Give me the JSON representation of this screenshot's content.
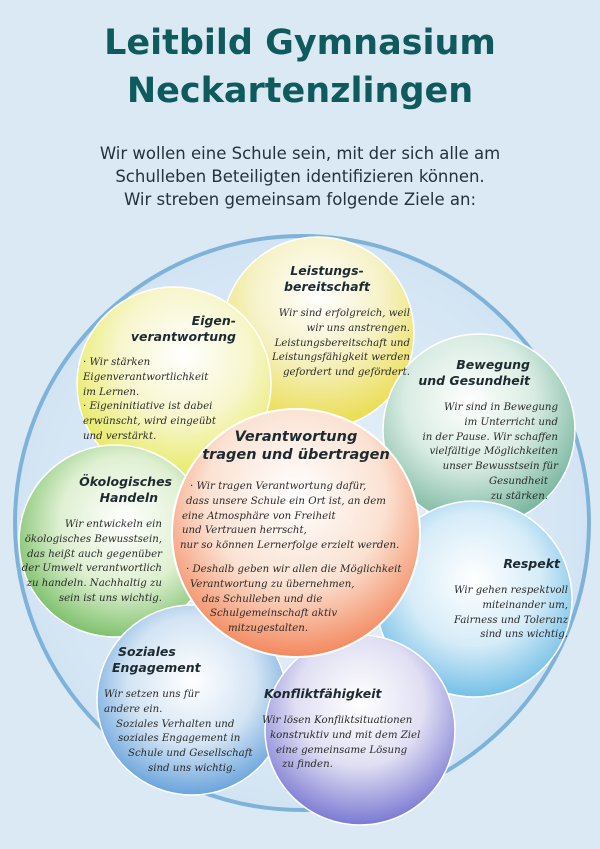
{
  "title": {
    "line1": "Leitbild Gymnasium",
    "line2": "Neckartenzlingen"
  },
  "intro": {
    "line1": "Wir wollen eine Schule sein, mit der sich alle am",
    "line2": "Schulleben Beteiligten identifizieren können.",
    "line3": "Wir streben gemeinsam folgende Ziele an:"
  },
  "colors": {
    "title": "#0e5a5c",
    "background": "#dbe9f5",
    "outer_ring": "#7fb2d9"
  },
  "circles": {
    "leistung": {
      "head": [
        "Leistungs-",
        "bereitschaft"
      ],
      "text": [
        "Wir sind erfolgreich, weil",
        "wir uns anstrengen.",
        "Leistungsbereitschaft und",
        "Leistungsfähigkeit werden",
        "gefordert und gefördert."
      ],
      "color": "#e9d93a"
    },
    "eigen": {
      "head": [
        "Eigen-",
        "verantwortung"
      ],
      "text": [
        "· Wir stärken",
        "Eigenverantwortlichkeit",
        "im Lernen.",
        "· Eigeninitiative ist dabei",
        "erwünscht, wird eingeübt",
        "und verstärkt."
      ],
      "color": "#e2e63c"
    },
    "bewegung": {
      "head": [
        "Bewegung",
        "und Gesundheit"
      ],
      "text": [
        "Wir sind in Bewegung",
        "im Unterricht und",
        "in der Pause. Wir schaffen",
        "vielfältige Möglichkeiten",
        "unser Bewusstsein für",
        "Gesundheit",
        "zu stärken."
      ],
      "color": "#5aa58a"
    },
    "oeko": {
      "head": [
        "Ökologisches",
        "Handeln"
      ],
      "text": [
        "Wir entwickeln ein",
        "ökologisches Bewusstsein,",
        "das heißt auch gegenüber",
        "der Umwelt verantwortlich",
        "zu handeln. Nachhaltig zu",
        "sein ist uns wichtig."
      ],
      "color": "#4ea93a"
    },
    "respekt": {
      "head": [
        "Respekt"
      ],
      "text": [
        "Wir gehen respektvoll",
        "miteinander um,",
        "Fairness und Toleranz",
        "sind uns wichtig."
      ],
      "color": "#3ea7dd"
    },
    "sozial": {
      "head": [
        "Soziales",
        "Engagement"
      ],
      "text": [
        "Wir setzen uns für",
        "andere ein.",
        "Soziales Verhalten und",
        "soziales Engagement in",
        "Schule und  Gesellschaft",
        "sind uns wichtig."
      ],
      "color": "#2d7fcf"
    },
    "konflikt": {
      "head": [
        "Konfliktfähigkeit"
      ],
      "text": [
        "Wir lösen Konfliktsituationen",
        "konstruktiv und mit dem Ziel",
        "eine gemeinsame Lösung",
        "zu finden."
      ],
      "color": "#5a58c8"
    },
    "center": {
      "head": [
        "Verantwortung",
        "tragen und übertragen"
      ],
      "text1": [
        "· Wir tragen Verantwortung dafür,",
        "dass unsere Schule ein Ort ist, an dem",
        "eine Atmosphäre von Freiheit",
        "und Vertrauen herrscht,",
        "nur so können Lernerfolge erzielt werden."
      ],
      "text2": [
        "· Deshalb geben wir allen die Möglichkeit",
        "Verantwortung zu übernehmen,",
        "das Schulleben und die",
        "Schulgemeinschaft aktiv",
        "mitzugestalten."
      ],
      "color": "#ef6a2c"
    }
  }
}
